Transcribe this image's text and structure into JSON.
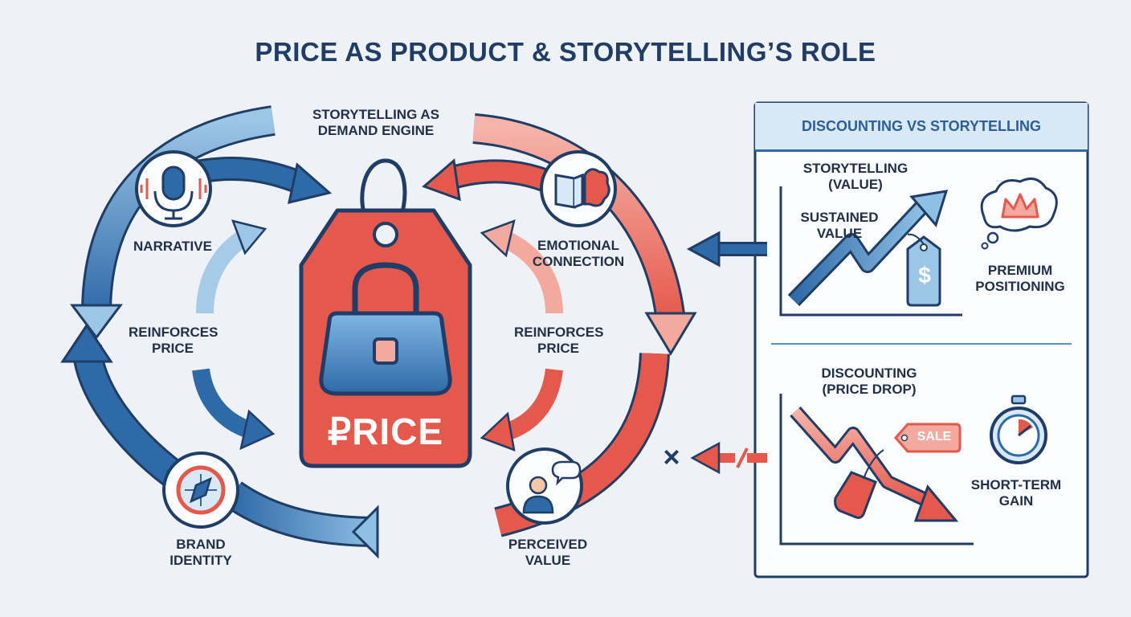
{
  "title": "PRICE AS PRODUCT & STORYTELLING’S ROLE",
  "cycle": {
    "top_label": "STORYTELLING AS DEMAND ENGINE",
    "narrative": "NARRATIVE",
    "emotional": "EMOTIONAL CONNECTION",
    "brand": "BRAND IDENTITY",
    "perceived": "PERCEIVED VALUE",
    "reinforces_left": "REINFORCES PRICE",
    "reinforces_right": "REINFORCES PRICE"
  },
  "price_tag": {
    "text": "₽RICE"
  },
  "panel": {
    "heading": "DISCOUNTING VS STORYTELLING",
    "story_title": "STORYTELLING (VALUE)",
    "sustained": "SUSTAINED VALUE",
    "dollar": "$",
    "premium": "PREMIUM POSITIONING",
    "disc_title": "DISCOUNTING (PRICE DROP)",
    "sale": "SALE",
    "short_term": "SHORT-TERM GAIN"
  },
  "blocked_mark": "×",
  "icons": {
    "narrative": "microphone-icon",
    "emotional": "book-brain-icon",
    "brand": "compass-icon",
    "perceived": "person-speech-icon",
    "product": "handbag-icon",
    "premium": "crown-thought-icon",
    "short_term": "stopwatch-icon"
  },
  "colors": {
    "blue": "#2f6aa8",
    "light_blue": "#9cc6e6",
    "red": "#e5584c",
    "light_red": "#f4a99f",
    "navy": "#1f3d66",
    "bg": "#eef2f7"
  }
}
